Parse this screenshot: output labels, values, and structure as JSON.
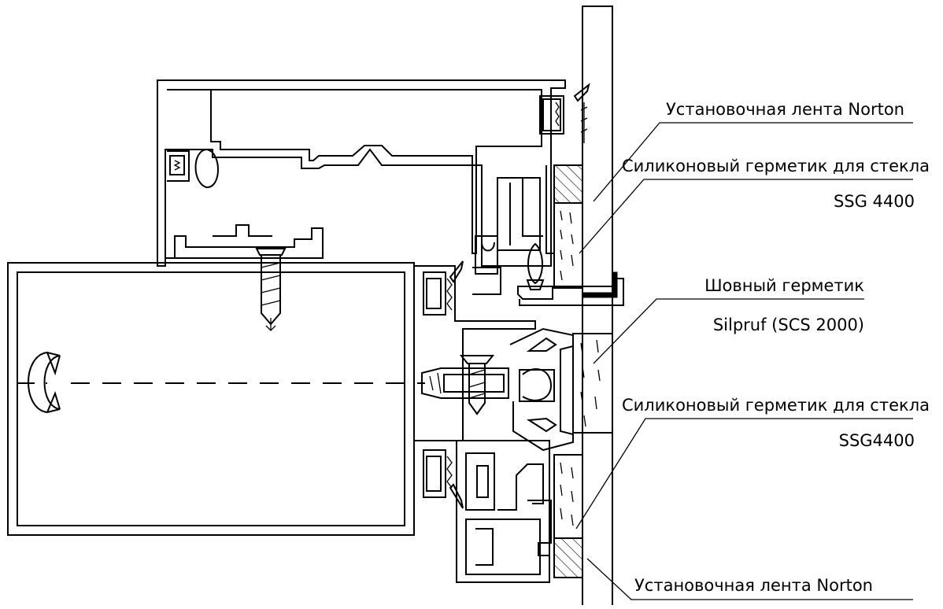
{
  "labels": {
    "norton_top": "Установочная лента Norton",
    "sealant_top_line1": "Силиконовый герметик для стекла",
    "sealant_top_line2": "SSG 4400",
    "joint_line1": "Шовный герметик",
    "joint_line2": "Silpruf (SCS 2000)",
    "sealant_bottom_line1": "Силиконовый герметик для стекла",
    "sealant_bottom_line2": "SSG4400",
    "norton_bottom": "Установочная лента Norton"
  },
  "colors": {
    "line": "#000000",
    "background": "#ffffff"
  }
}
